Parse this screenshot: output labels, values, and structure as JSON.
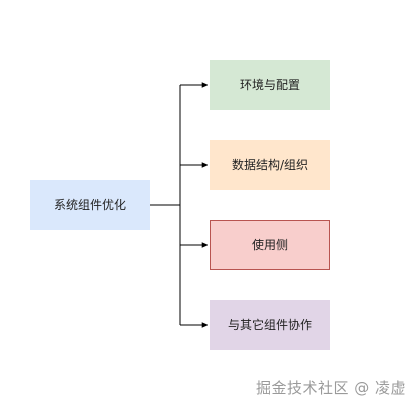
{
  "diagram": {
    "root": "系统组件优化",
    "branches": [
      {
        "label": "环境与配置",
        "fill": "#d5e8d4"
      },
      {
        "label": "数据结构/组织",
        "fill": "#ffe6cc"
      },
      {
        "label": "使用侧",
        "fill": "#f8cecc",
        "stroke": "#b85450"
      },
      {
        "label": "与其它组件协作",
        "fill": "#e1d5e7"
      }
    ],
    "root_fill": "#dae8fc",
    "edge_color": "#000000"
  },
  "watermark": "掘金技术社区 @ 凌虚"
}
